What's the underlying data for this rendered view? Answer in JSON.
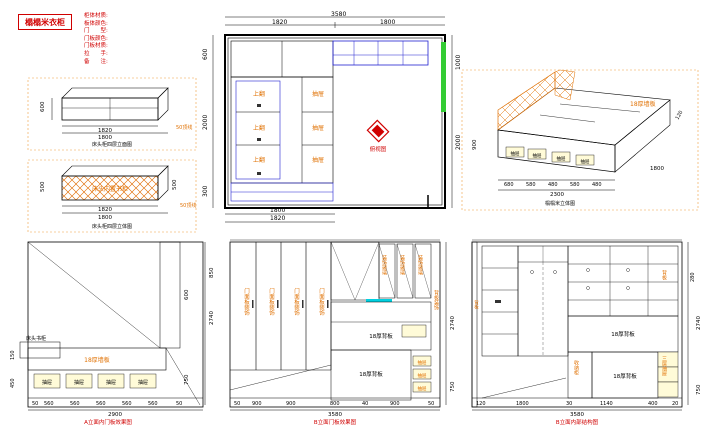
{
  "header": {
    "title": "榻榻米衣柜",
    "meta": [
      "柜体材质:",
      "板体颜色:",
      "门　　型:",
      "门板颜色:",
      "门板材质:",
      "拉　　手:",
      "备　　注:"
    ]
  },
  "topview": {
    "dims_top": [
      "3580",
      "1820",
      "1800"
    ],
    "dims_bottom": [
      "1800",
      "1820"
    ],
    "dims_left": [
      "600",
      "2000",
      "300"
    ],
    "dims_right": [
      "1000",
      "2000"
    ],
    "labels": {
      "shang": "上翻",
      "chouti": "抽屉",
      "caption": "俯视图"
    }
  },
  "cabinets": {
    "c1_dims": [
      "600",
      "1820",
      "1800"
    ],
    "c1_caption": "床头柜四层立面图",
    "c2_dims": [
      "500",
      "500",
      "1820",
      "1800"
    ],
    "c2_label": "床头内置书柜",
    "c2_caption": "床头柜四层立体图",
    "side_label": "50顶线"
  },
  "bed3d": {
    "top_label": "18厚墙板",
    "drawer": "抽屉",
    "dims_bottom": [
      "680",
      "580",
      "480",
      "580",
      "480"
    ],
    "total": "2300",
    "right_dims": [
      "1800",
      "120"
    ],
    "left_dim": "900",
    "caption": "榻榻米立体图"
  },
  "elevA": {
    "note": "床头书柜",
    "bed_label": "18厚墙板",
    "drawer": "抽屉",
    "dims_bottom": [
      "50",
      "560",
      "560",
      "560",
      "560",
      "560",
      "50"
    ],
    "total": "2900",
    "right_dims": [
      "850",
      "2740",
      "600",
      "750"
    ],
    "left_dims": [
      "150",
      "450"
    ],
    "caption": "A立面内门板效果图"
  },
  "elevB": {
    "door_label": "门面板装饰",
    "glass_label": "装饰玻璃",
    "label_upper": "18厚背板",
    "label_lower": "18厚背板",
    "label_right": "背板装饰",
    "small_drawer": "抽屉",
    "dims_bottom": [
      "50",
      "900",
      "900",
      "800",
      "40",
      "900",
      "50"
    ],
    "total": "3580",
    "right_dims": [
      "2740",
      "750"
    ],
    "caption": "B立面门板效果图"
  },
  "elevC": {
    "label_center": "18厚背板",
    "label_lower": "18厚背板",
    "label_shoe": "收纳柜",
    "label_upright": "背板",
    "label_right": "三层抽屉",
    "left_label": "背板",
    "dims_bottom": [
      "120",
      "1800",
      "30",
      "1140",
      "400",
      "20"
    ],
    "total": "3580",
    "right_dims": [
      "2740",
      "750",
      "280"
    ],
    "caption": "B立面内部结构图"
  }
}
